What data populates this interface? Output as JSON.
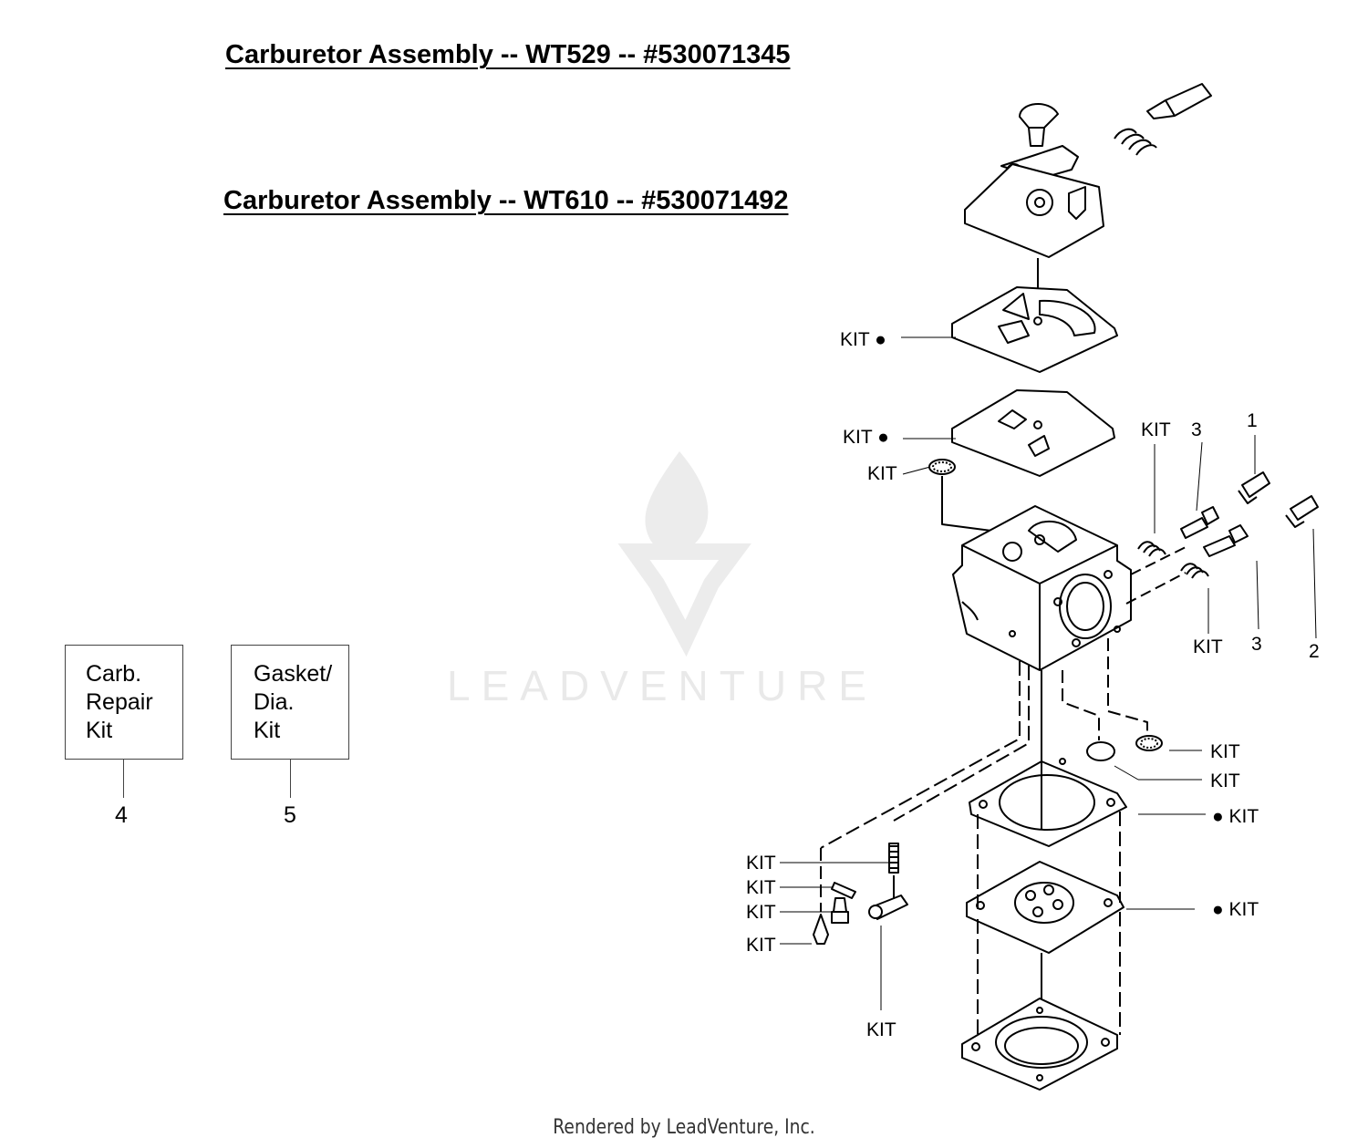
{
  "titles": {
    "assembly1": "Carburetor Assembly -- WT529 -- #530071345",
    "assembly2": "Carburetor Assembly -- WT610 -- #530071492"
  },
  "kits": [
    {
      "lines": [
        "Carb.",
        "Repair",
        "Kit"
      ],
      "number": "4"
    },
    {
      "lines": [
        "Gasket/",
        "Dia.",
        "Kit"
      ],
      "number": "5"
    }
  ],
  "callouts": {
    "kit": "KIT",
    "kit_dot": "KIT ●",
    "dot_kit": "● KIT",
    "part1": "1",
    "part2": "2",
    "part3": "3"
  },
  "watermark": "LEADVENTURE",
  "footer": "Rendered by LeadVenture, Inc.",
  "colors": {
    "line": "#000000",
    "watermark": "#e9e9e9",
    "box_border": "#444444"
  }
}
